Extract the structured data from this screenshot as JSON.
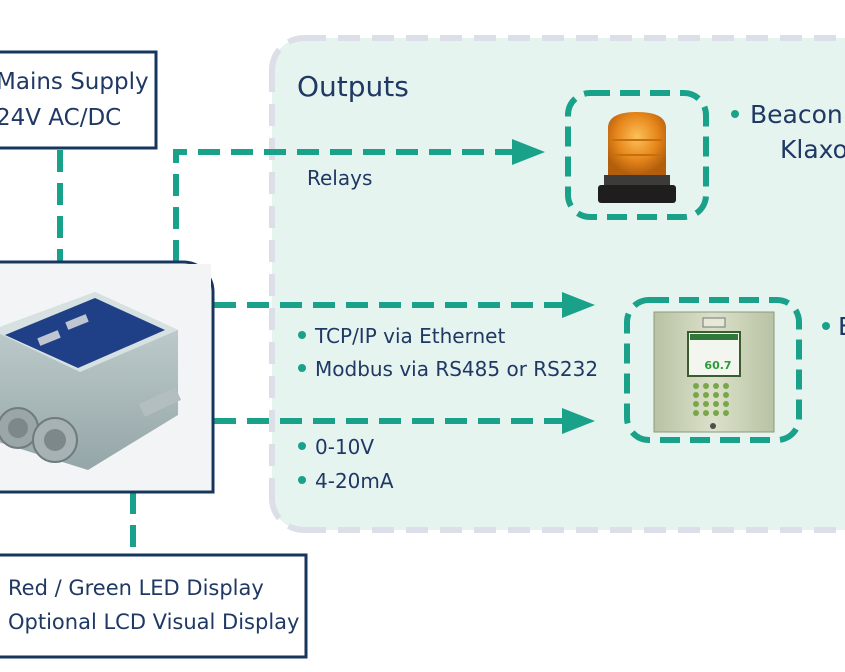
{
  "mains": {
    "line1": "Mains Supply",
    "line2": "24V AC/DC"
  },
  "outputs": {
    "title": "Outputs",
    "relays_label": "Relays",
    "beacon": {
      "line1": "Beacon",
      "line2": "Klaxo"
    },
    "comms": {
      "item1": "TCP/IP via Ethernet",
      "item2": "Modbus via RS485 or RS232"
    },
    "analog": {
      "item1": "0-10V",
      "item2": "4-20mA"
    },
    "panel_partial": "E"
  },
  "display_box": {
    "line1": "Red / Green LED Display",
    "line2": "Optional LCD Visual Display"
  },
  "panel_screen_value": "60.7",
  "colors": {
    "accent": "#1aa18a",
    "navy": "#17365d",
    "outputs_bg": "#e6f4ef",
    "beacon": "#e6861a"
  },
  "icons": {
    "bullet": "dot",
    "arrow": "arrowhead"
  }
}
